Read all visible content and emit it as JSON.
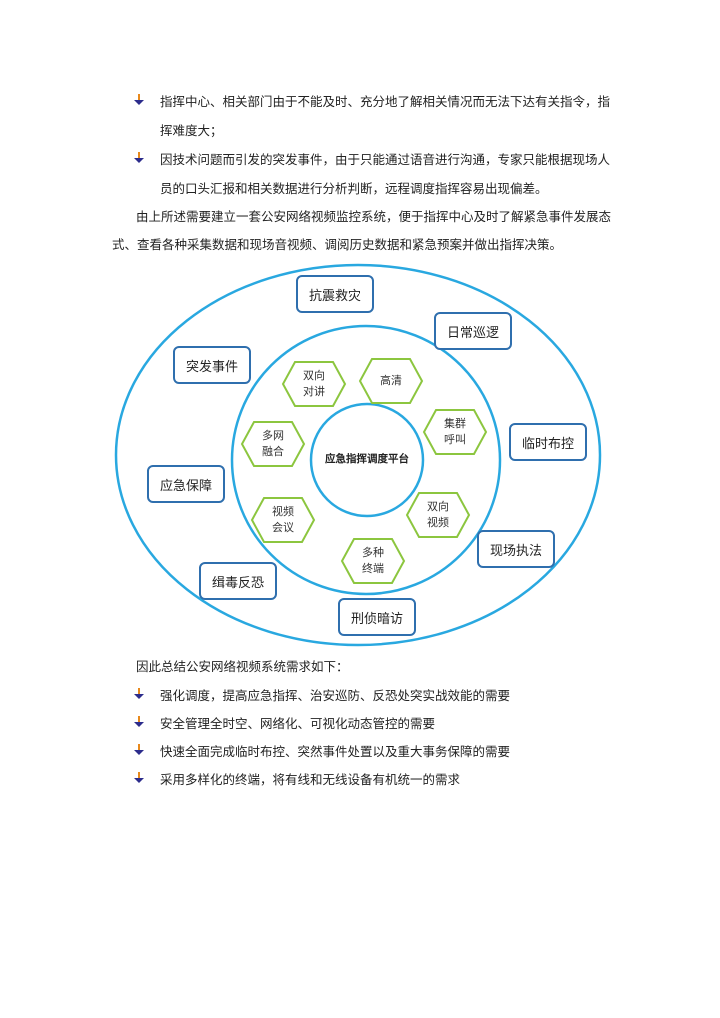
{
  "intro": {
    "bullets": [
      {
        "line1": "指挥中心、相关部门由于不能及时、充分地了解相关情况而无法下达有关指令，指",
        "line2": "挥难度大；"
      },
      {
        "line1": "因技术问题而引发的突发事件，由于只能通过语音进行沟通，专家只能根据现场人",
        "line2": "员的口头汇报和相关数据进行分析判断，远程调度指挥容易出现偏差。"
      }
    ],
    "paragraph": {
      "line1": "由上所述需要建立一套公安网络视频监控系统，便于指挥中心及时了解紧急事件发展态",
      "line2": "式、查看各种采集数据和现场音视频、调阅历史数据和紧急预案并做出指挥决策。"
    }
  },
  "diagram": {
    "center": "应急指挥调度平台",
    "features": [
      {
        "l1": "双向",
        "l2": "对讲"
      },
      {
        "l1": "高清",
        "l2": ""
      },
      {
        "l1": "集群",
        "l2": "呼叫"
      },
      {
        "l1": "多网",
        "l2": "融合"
      },
      {
        "l1": "视频",
        "l2": "会议"
      },
      {
        "l1": "双向",
        "l2": "视频"
      },
      {
        "l1": "多种",
        "l2": "终端"
      }
    ],
    "scenarios": [
      "抗震救灾",
      "日常巡逻",
      "突发事件",
      "临时布控",
      "应急保障",
      "现场执法",
      "缉毒反恐",
      "刑侦暗访"
    ],
    "colors": {
      "circle": "#29a8e0",
      "hex": "#8cc63f",
      "box": "#2f6fae"
    }
  },
  "summary": {
    "heading": "因此总结公安网络视频系统需求如下：",
    "items": [
      "强化调度，提高应急指挥、治安巡防、反恐处突实战效能的需要",
      "安全管理全时空、网络化、可视化动态管控的需要",
      "快速全面完成临时布控、突然事件处置以及重大事务保障的需要",
      "采用多样化的终端，将有线和无线设备有机统一的需求"
    ]
  }
}
